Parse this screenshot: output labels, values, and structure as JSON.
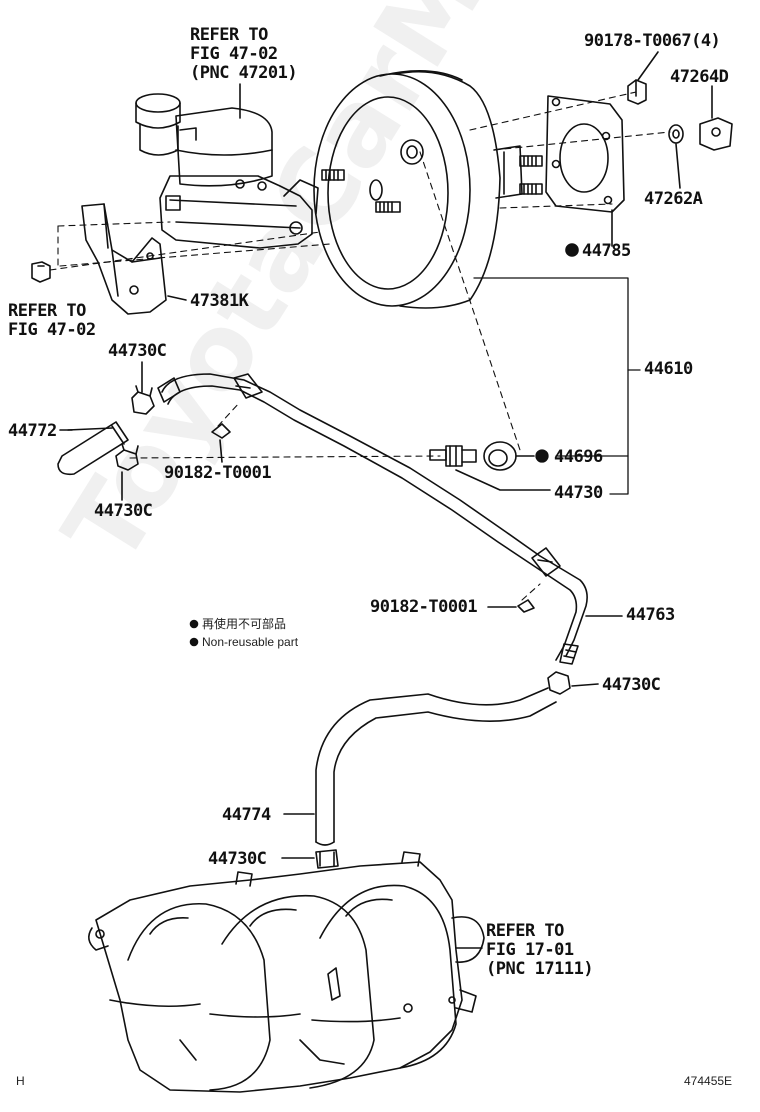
{
  "references": {
    "master_cylinder": [
      "REFER TO",
      "FIG 47-02",
      "(PNC 47201)"
    ],
    "bracket": [
      "REFER TO",
      "FIG 47-02"
    ],
    "intake_manifold": [
      "REFER TO",
      "FIG 17-01",
      "(PNC 17111)"
    ]
  },
  "parts": {
    "nut": "90178-T0067(4)",
    "pin": "47264D",
    "clip": "47262A",
    "gasket": "44785",
    "bracket": "47381K",
    "booster_assy": "44610",
    "clamp_upper_left": "44730C",
    "hose_left": "44772",
    "clamp_lower_left": "44730C",
    "clamp_small_upper": "90182-T0001",
    "grommet": "44696",
    "check_valve": "44730",
    "clamp_small_lower": "90182-T0001",
    "vacuum_pipe": "44763",
    "clamp_pipe_end": "44730C",
    "hose_lower": "44774",
    "clamp_manifold": "44730C"
  },
  "legend": {
    "japanese": "再使用不可部品",
    "english": "Non-reusable part"
  },
  "footer": {
    "left_mark": "H",
    "figure_number": "474455E"
  },
  "watermark": "ToyotaCarMine.ru",
  "colors": {
    "ink": "#111111",
    "paper": "#ffffff"
  }
}
